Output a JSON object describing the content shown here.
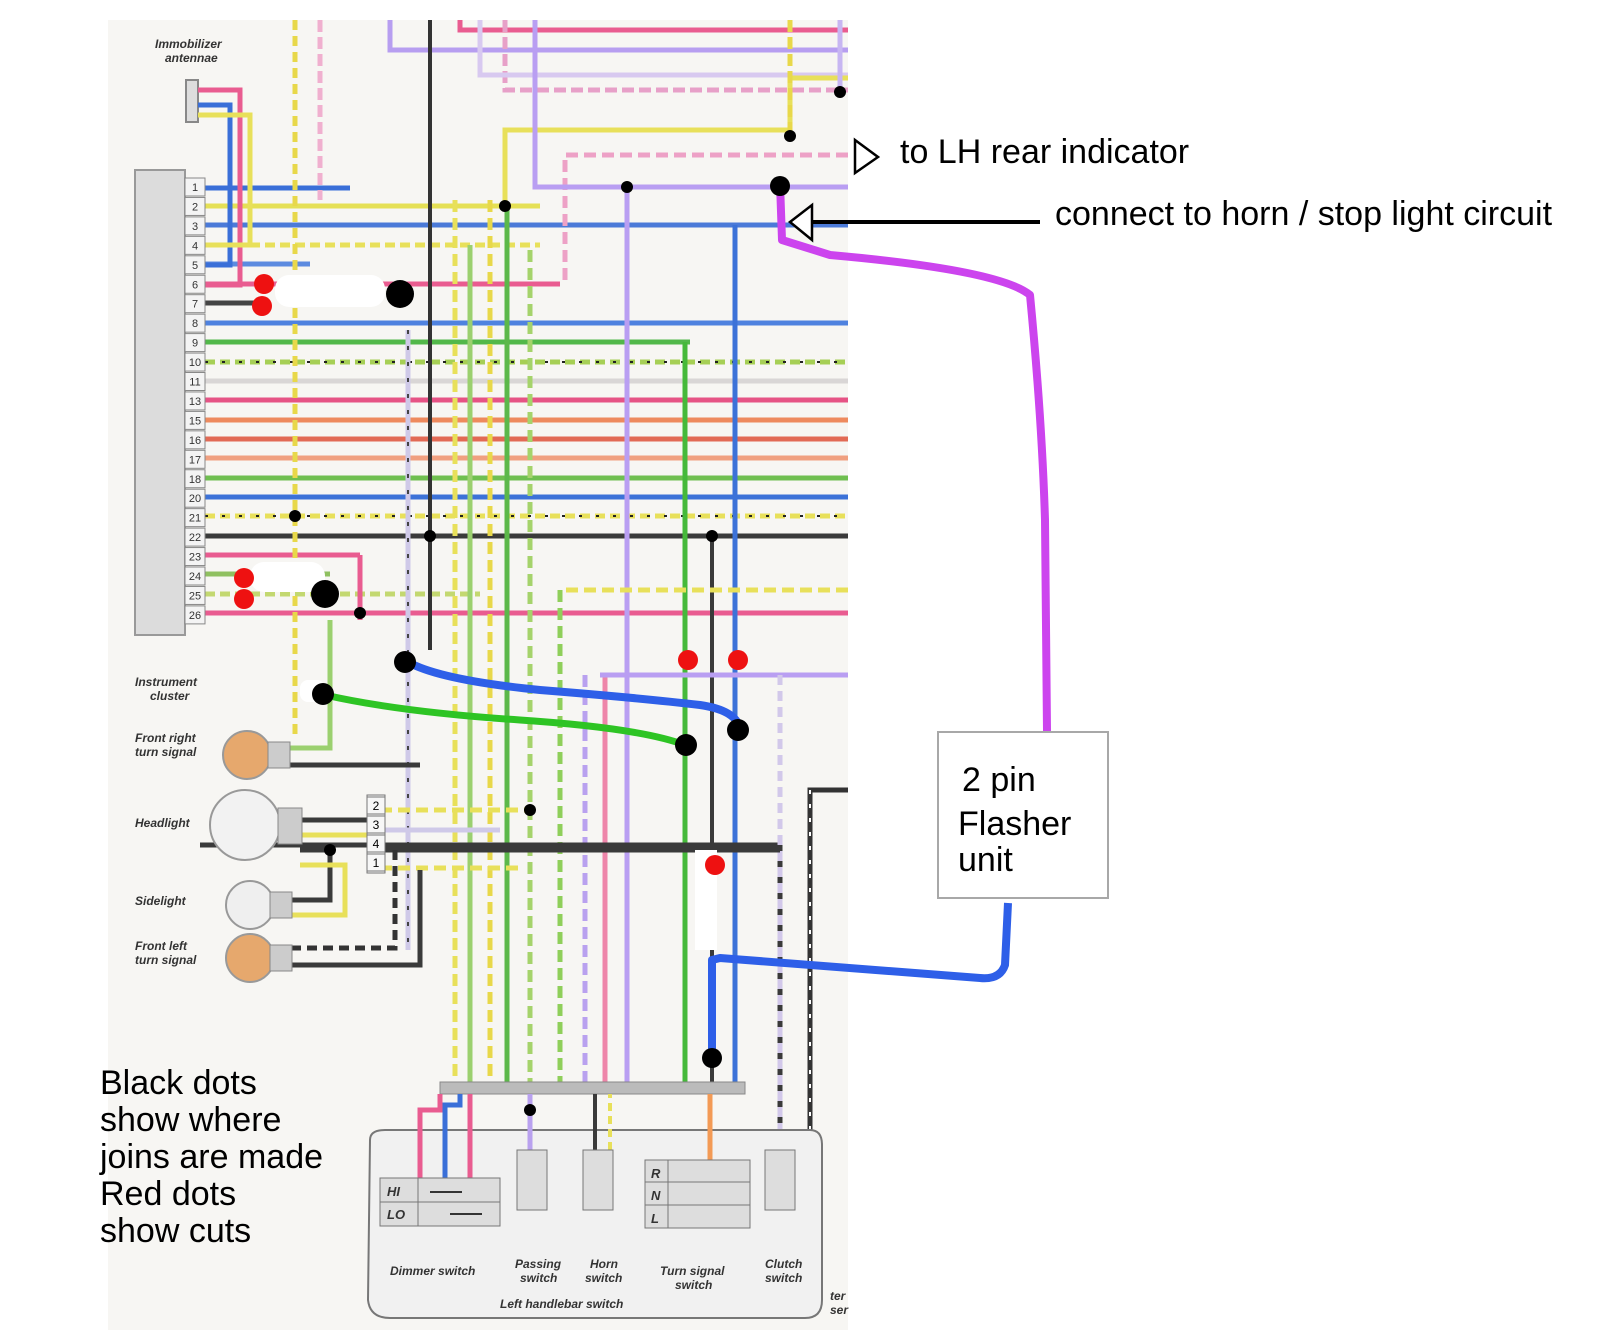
{
  "annotations": {
    "to_lh_rear": "to LH rear indicator",
    "connect_horn": "connect to horn / stop light circuit",
    "flasher_line1": "2 pin",
    "flasher_line2": "Flasher",
    "flasher_line3": "unit",
    "legend_lines": [
      "Black dots",
      "show where",
      "joins are made",
      "Red dots",
      "show cuts"
    ]
  },
  "diagram": {
    "immobilizer": [
      "Immobilizer",
      "antennae"
    ],
    "instrument": [
      "Instrument",
      "cluster"
    ],
    "front_right": [
      "Front right",
      "turn signal"
    ],
    "headlight": "Headlight",
    "sidelight": "Sidelight",
    "front_left": [
      "Front left",
      "turn signal"
    ],
    "connector_pins": [
      "1",
      "2",
      "3",
      "4",
      "5",
      "6",
      "7",
      "8",
      "9",
      "10",
      "11",
      "13",
      "15",
      "16",
      "17",
      "18",
      "20",
      "21",
      "22",
      "23",
      "24",
      "25",
      "26"
    ],
    "headlight_pins": [
      "2",
      "3",
      "4",
      "1"
    ],
    "dimmer_labels": [
      "HI",
      "LO"
    ],
    "turn_labels": [
      "R",
      "N",
      "L"
    ],
    "switch_labels": {
      "dimmer": "Dimmer switch",
      "passing": [
        "Passing",
        "switch"
      ],
      "horn": [
        "Horn",
        "switch"
      ],
      "turn": [
        "Turn signal",
        "switch"
      ],
      "clutch": [
        "Clutch",
        "switch"
      ],
      "group": "Left handlebar switch",
      "cut_off": [
        "ter",
        "ser"
      ]
    }
  },
  "colors": {
    "magenta_wire": "#cc44ee",
    "blue_wire": "#2e5fe8",
    "green_wire": "#2ec424",
    "join_dot": "#000000",
    "cut_dot": "#ee1111"
  }
}
